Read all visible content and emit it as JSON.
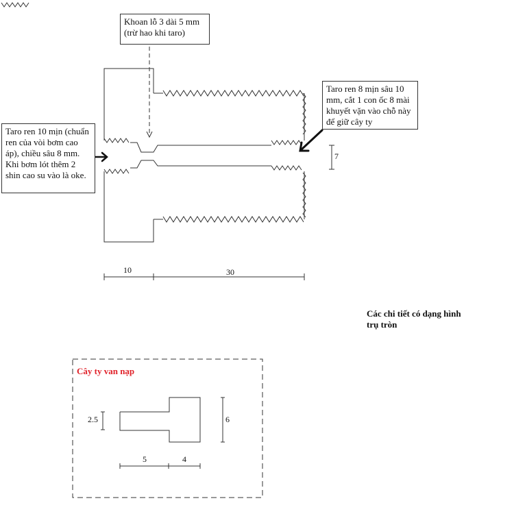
{
  "notes": {
    "drill": "Khoan lỗ 3 dài 5 mm (trừ hao khi taro)",
    "left_thread": "Taro ren 10 mịn (chuẩn ren của vòi bơm cao áp), chiều sâu 8 mm. Khi bơm lót thêm 2 shin cao su vào là oke.",
    "right_thread": "Taro ren 8 mịn sâu 10 mm, cắt 1 con ốc 8 mài khuyết vặn vào chỗ này để giữ cây ty"
  },
  "dims": {
    "len_left": "10",
    "len_right": "30",
    "right_gap": "7",
    "valve_stem_dia_small": "2.5",
    "valve_stem_dia_large": "6",
    "valve_stem_len_small": "5",
    "valve_stem_len_large": "4"
  },
  "labels": {
    "cylindrical_note": "Các chi tiết có dạng hình trụ tròn",
    "valve_stem_title": "Cây ty van nạp"
  },
  "colors": {
    "line": "#333333",
    "accent": "#e0222a"
  }
}
